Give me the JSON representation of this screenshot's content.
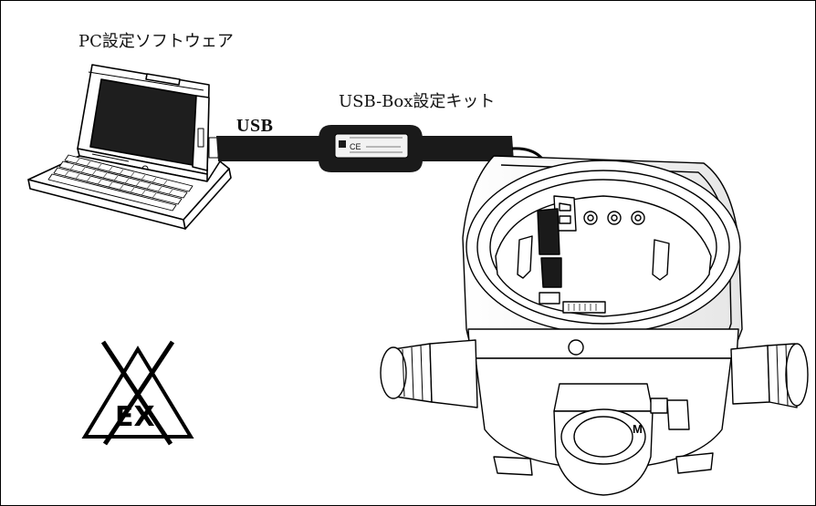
{
  "labels": {
    "pc_software": "PC設定ソフトウェア",
    "usb_box_kit": "USB-Box設定キット",
    "usb": "USB",
    "usb_box_text": "CE",
    "housing_mark": "M",
    "ex_mark": "EX"
  },
  "colors": {
    "line": "#000000",
    "cable": "#1a1a1a",
    "screen": "#1e1e1e",
    "background": "#ffffff"
  },
  "icons": [
    "laptop-icon",
    "usb-box-icon",
    "transmitter-housing-icon",
    "ex-prohibited-icon"
  ]
}
